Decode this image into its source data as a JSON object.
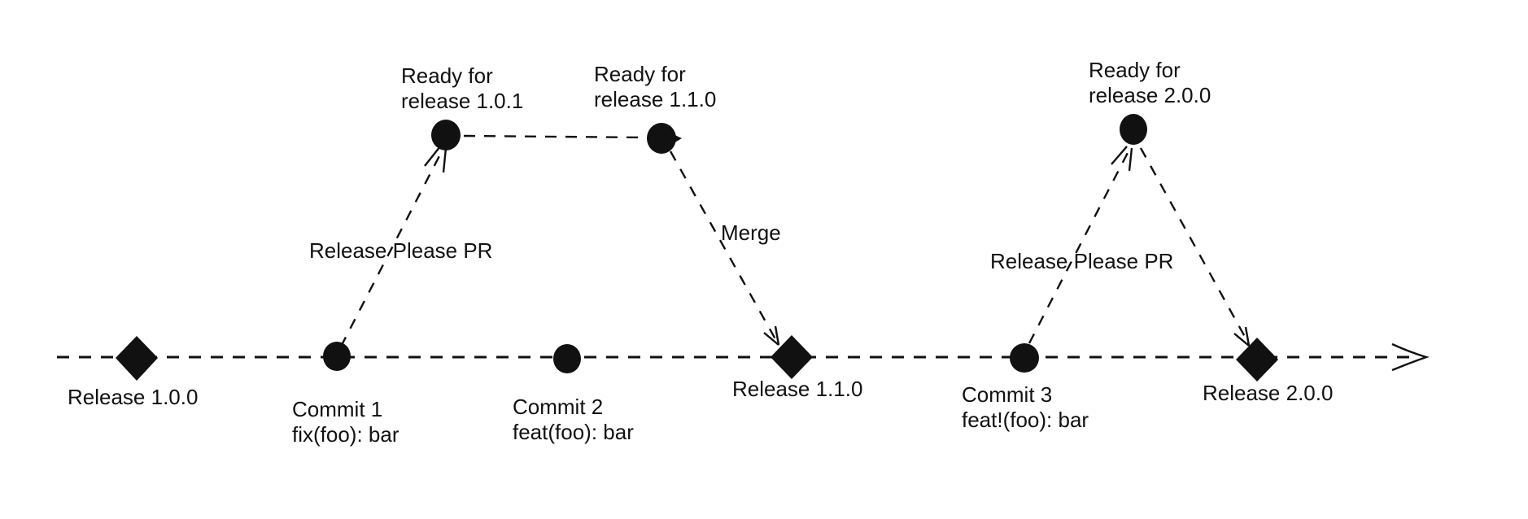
{
  "colors": {
    "ink": "#111111",
    "background": "#ffffff"
  },
  "ready_nodes": [
    {
      "line1": "Ready for",
      "line2": "release 1.0.1"
    },
    {
      "line1": "Ready for",
      "line2": "release 1.1.0"
    },
    {
      "line1": "Ready for",
      "line2": "release 2.0.0"
    }
  ],
  "commits": [
    {
      "title": "Commit 1",
      "message": "fix(foo): bar"
    },
    {
      "title": "Commit 2",
      "message": "feat(foo): bar"
    },
    {
      "title": "Commit 3",
      "message": "feat!(foo): bar"
    }
  ],
  "releases": [
    {
      "label": "Release 1.0.0"
    },
    {
      "label": "Release 1.1.0"
    },
    {
      "label": "Release 2.0.0"
    }
  ],
  "edge_labels": {
    "pr_left": "Release Please PR",
    "merge": "Merge",
    "pr_right": "Release Please PR"
  }
}
